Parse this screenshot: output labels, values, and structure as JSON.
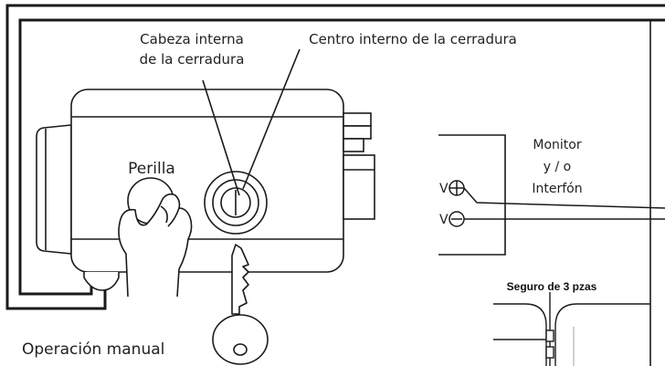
{
  "labels": {
    "inner_head": [
      "Cabeza interna",
      "de la cerradura"
    ],
    "inner_center": "Centro interno de la cerradura",
    "knob": "Perilla",
    "monitor": [
      "Monitor",
      "y / o",
      "Interfón"
    ],
    "terminal_plus": "V",
    "terminal_minus": "V",
    "three_piece_lock": "Seguro de 3 pzas",
    "manual_operation": "Operación manual"
  },
  "colors": {
    "line": "#1a1a1a",
    "background": "#ffffff"
  },
  "icons": [
    "key-icon",
    "hand-icon",
    "plus-terminal-icon",
    "minus-terminal-icon"
  ]
}
